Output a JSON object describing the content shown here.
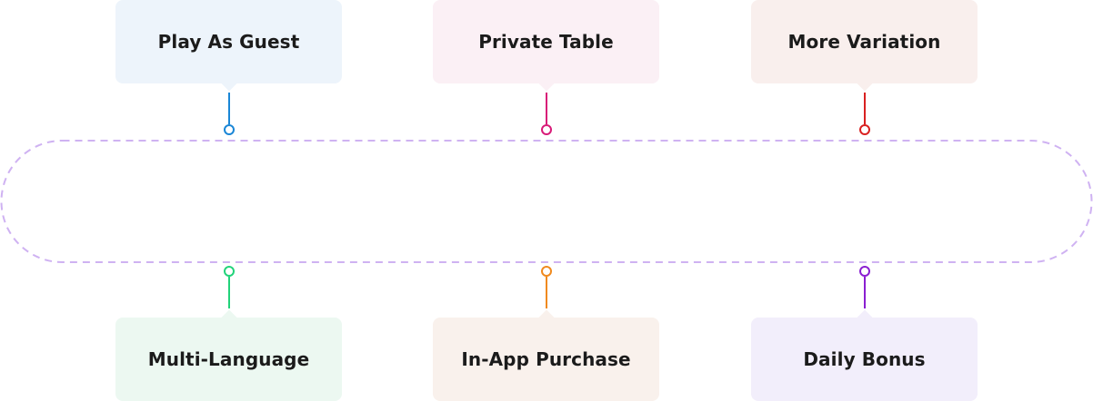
{
  "track_color": "#cfb2f2",
  "features": [
    {
      "label": "Play As Guest",
      "position": "top",
      "accent": "#1a86d6",
      "background": "#edf4fb"
    },
    {
      "label": "Private Table",
      "position": "top",
      "accent": "#d81b78",
      "background": "#fbf0f5"
    },
    {
      "label": "More Variation",
      "position": "top",
      "accent": "#d92020",
      "background": "#f9efed"
    },
    {
      "label": "Multi-Language",
      "position": "bottom",
      "accent": "#22d37a",
      "background": "#ecf8f1"
    },
    {
      "label": "In-App Purchase",
      "position": "bottom",
      "accent": "#f08a1f",
      "background": "#f9f1ec"
    },
    {
      "label": "Daily Bonus",
      "position": "bottom",
      "accent": "#8a1fd1",
      "background": "#f2eefb"
    }
  ]
}
